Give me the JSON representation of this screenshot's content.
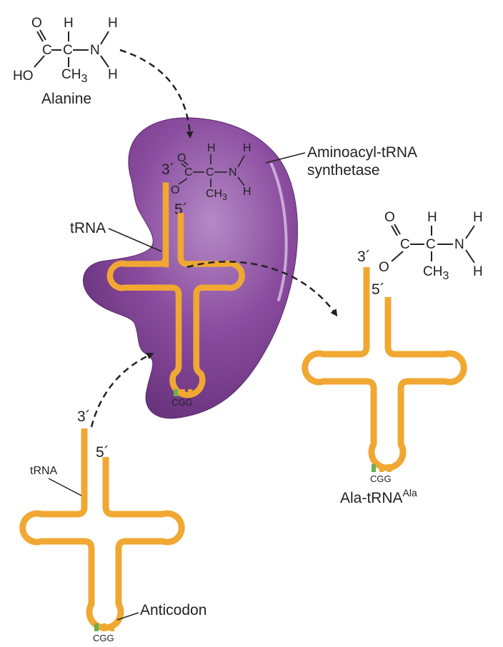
{
  "colors": {
    "enzyme_fill": "#7a3d8e",
    "enzyme_light": "#b07cc4",
    "trna": "#f0a833",
    "base_green": "#6ab04c",
    "arrow": "#222222",
    "bond": "#222222"
  },
  "labels": {
    "alanine": "Alanine",
    "synthetase_line1": "Aminoacyl-tRNA",
    "synthetase_line2": "synthetase",
    "trna_bound": "tRNA",
    "trna_free": "tRNA",
    "anticodon": "Anticodon",
    "product": "Ala-tRNA",
    "product_sup": "Ala"
  },
  "chem": {
    "o": "O",
    "ho": "HO",
    "c": "C",
    "h": "H",
    "n": "N",
    "ch3": "CH",
    "ch3_sub": "3"
  },
  "ends": {
    "three_prime": "3´",
    "five_prime": "5´"
  },
  "anticodon_seq": "CGG",
  "icons": {
    "arrows": "dashed-curved-arrow"
  }
}
